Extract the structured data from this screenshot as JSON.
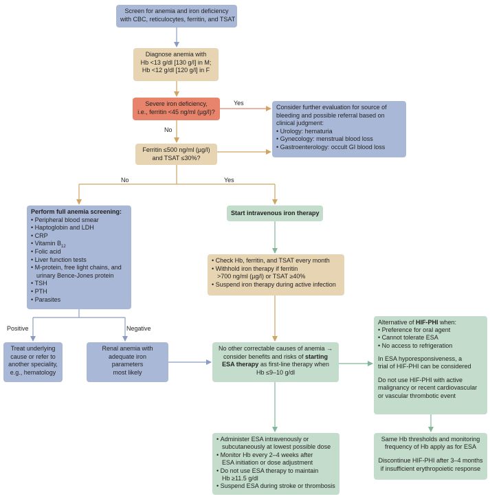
{
  "colors": {
    "blue_box": "#aab8d8",
    "tan_box": "#e6d4b3",
    "salmon_box": "#e8846c",
    "green_box": "#c3dccb",
    "blue_arrow": "#8a9cc6",
    "tan_arrow": "#d2a464",
    "green_arrow": "#7fb897"
  },
  "screen": [
    "Screen for anemia and iron deficiency",
    "with CBC, reticulocytes, ferritin, and TSAT"
  ],
  "diagnose": [
    "Diagnose anemia with",
    "Hb <13 g/dl [130 g/l] in M;",
    "Hb <12 g/dl [120 g/l] in F"
  ],
  "severe": [
    "Severe iron deficiency,",
    "i.e., ferritin <45 ng/ml (µg/l)?"
  ],
  "evaluation": {
    "lines": [
      "Consider further evaluation for source of",
      "bleeding and possible referral based on",
      "clinical judgment:"
    ],
    "bullets": [
      "Urology: hematuria",
      "Gynecology: menstrual blood loss",
      "Gastroenterology: occult GI blood loss"
    ]
  },
  "ferritin_check": [
    "Ferritin ≤500 ng/ml (µg/l)",
    "and TSAT ≤30%?"
  ],
  "full_screening": {
    "title": "Perform full anemia screening:",
    "bullets": [
      "Peripheral blood smear",
      "Haptoglobin and LDH",
      "CRP",
      "Vitamin B",
      "Folic acid",
      "Liver function tests",
      "M-protein, free light chains, and",
      "urinary Bence-Jones protein",
      "TSH",
      "PTH",
      "Parasites"
    ],
    "vitamin_subscript": "12"
  },
  "start_iv": "Start intravenous iron therapy",
  "monitoring": {
    "bullets": [
      "Check Hb, ferritin, and TSAT every month",
      "Withhold iron therapy if ferritin",
      ">700 ng/ml (µg/l) or TSAT ≥40%",
      "Suspend iron therapy during active infection"
    ]
  },
  "treat_underlying": [
    "Treat underlying",
    "cause or refer to",
    "another speciality,",
    "e.g., hematology"
  ],
  "renal_anemia": [
    "Renal anemia with",
    "adequate iron",
    "parameters",
    "most likely"
  ],
  "esa_consider": {
    "line1": "No other correctable causes of anemia →",
    "line2_pre": "consider benefits and risks of ",
    "line2_bold": "starting",
    "line3_bold": "ESA therapy",
    "line3_post": " as first-line therapy when",
    "line4": "Hb ≤9–10 g/dl"
  },
  "hif_alt": {
    "title_pre": "Alternative of ",
    "title_bold": "HIF-PHI",
    "title_post": " when:",
    "bullets": [
      "Preference for oral agent",
      "Cannot tolerate ESA",
      "No access to refrigeration"
    ],
    "hypo_lines": [
      "In ESA hyporesponsiveness, a",
      "trial of HIF-PHI can be considered"
    ],
    "avoid_lines": [
      "Do not use HIF-PHI with active",
      "malignancy or recent cardiovascular",
      "or vascular thrombotic event"
    ]
  },
  "esa_admin": {
    "bullets": [
      "Administer ESA intravenously or",
      "subcutaneously at lowest possible dose",
      "Monitor Hb every 2–4 weeks after",
      "ESA initiation or dose adjustment",
      "Do not use ESA therapy to maintain",
      "Hb ≥11.5 g/dl",
      "Suspend ESA during stroke or thrombosis"
    ]
  },
  "hif_same": {
    "lines": [
      "Same Hb thresholds and monitoring",
      "frequency of Hb apply as for ESA"
    ],
    "discontinue_lines": [
      "Discontinue HIF-PHI after 3–4 months",
      "if insufficient erythropoietic response"
    ]
  },
  "labels": {
    "yes1": "Yes",
    "no1": "No",
    "no2": "No",
    "yes2": "Yes",
    "positive": "Positive",
    "negative": "Negative"
  }
}
